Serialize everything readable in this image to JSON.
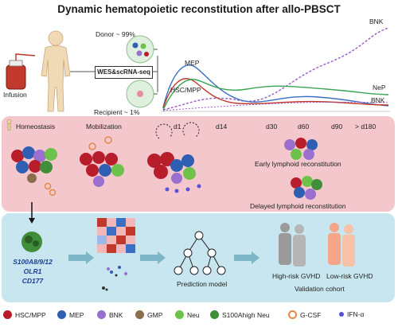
{
  "title": "Dynamic hematopoietic reconstitution after allo-PBSCT",
  "infusion": {
    "label": "Infusion"
  },
  "chimerism": {
    "donor": "Donor ~ 99%",
    "recipient": "Recipient ~ 1%",
    "assay": "WES&scRNA-seq"
  },
  "timeline": {
    "ticks": [
      "d1",
      "d14",
      "d30",
      "d60",
      "d90",
      "> d180"
    ],
    "series": [
      {
        "name": "MEP",
        "color": "#3b6fc4"
      },
      {
        "name": "HSC/MPP",
        "color": "#c0392b"
      },
      {
        "name": "BNK",
        "color": "#9b59c9"
      },
      {
        "name": "NeP",
        "color": "#3aa655"
      },
      {
        "name": "BNK",
        "color": "#9b59c9"
      }
    ]
  },
  "stages": {
    "homeostasis": "Homeostasis",
    "mobilization": "Mobilization",
    "early": "Early lymphoid reconstitution",
    "delayed": "Delayed lymphoid reconstitution"
  },
  "markers": [
    "S100A8/9/12",
    "OLR1",
    "CD177"
  ],
  "model": {
    "label": "Prediction model"
  },
  "validation": {
    "high": "High-risk GVHD",
    "low": "Low-risk GVHD",
    "cohort": "Validation cohort"
  },
  "legend": [
    {
      "label": "HSC/MPP",
      "color": "#b81d2b",
      "icon": "hsc-cell-icon"
    },
    {
      "label": "MEP",
      "color": "#2f5fb3",
      "icon": "mep-cell-icon"
    },
    {
      "label": "BNK",
      "color": "#9a6fd0",
      "icon": "bnk-cell-icon"
    },
    {
      "label": "GMP",
      "color": "#8a6d4a",
      "icon": "gmp-cell-icon"
    },
    {
      "label": "Neu",
      "color": "#6cc24a",
      "icon": "neu-cell-icon"
    },
    {
      "label": "S100Ahigh Neu",
      "color": "#3f8f3a",
      "icon": "s100a-neu-cell-icon"
    },
    {
      "label": "G-CSF",
      "color": "#e08a4a",
      "icon": "gcsf-icon"
    },
    {
      "label": "IFN-α",
      "color": "#5a4fd6",
      "icon": "ifn-icon"
    }
  ]
}
